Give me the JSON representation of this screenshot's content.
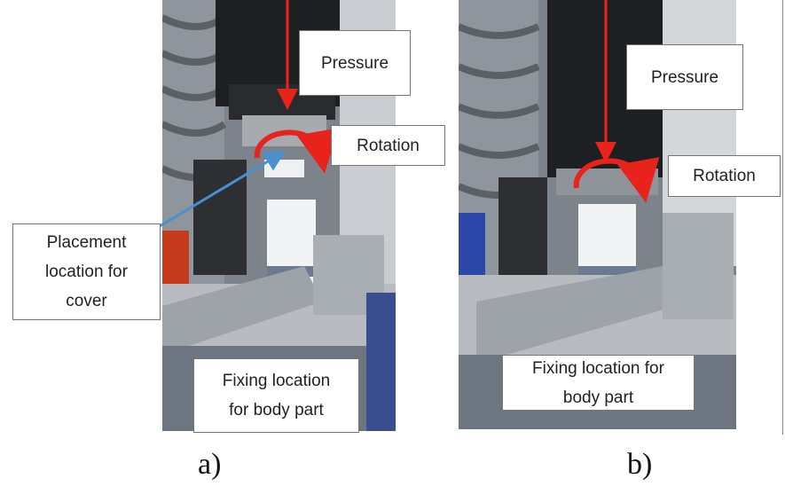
{
  "panels": [
    {
      "caption": "a)",
      "labels": {
        "pressure": "Pressure",
        "rotation": "Rotation",
        "placement": "Placement location for cover",
        "fixing": "Fixing location for body part"
      }
    },
    {
      "caption": "b)",
      "labels": {
        "pressure": "Pressure",
        "rotation": "Rotation",
        "fixing": "Fixing location for body part"
      }
    }
  ],
  "colors": {
    "arrow_red": "#e8231b",
    "arrow_blue": "#4a8fcf",
    "metal": "#9aa0a6",
    "dark": "#1e1f22"
  }
}
